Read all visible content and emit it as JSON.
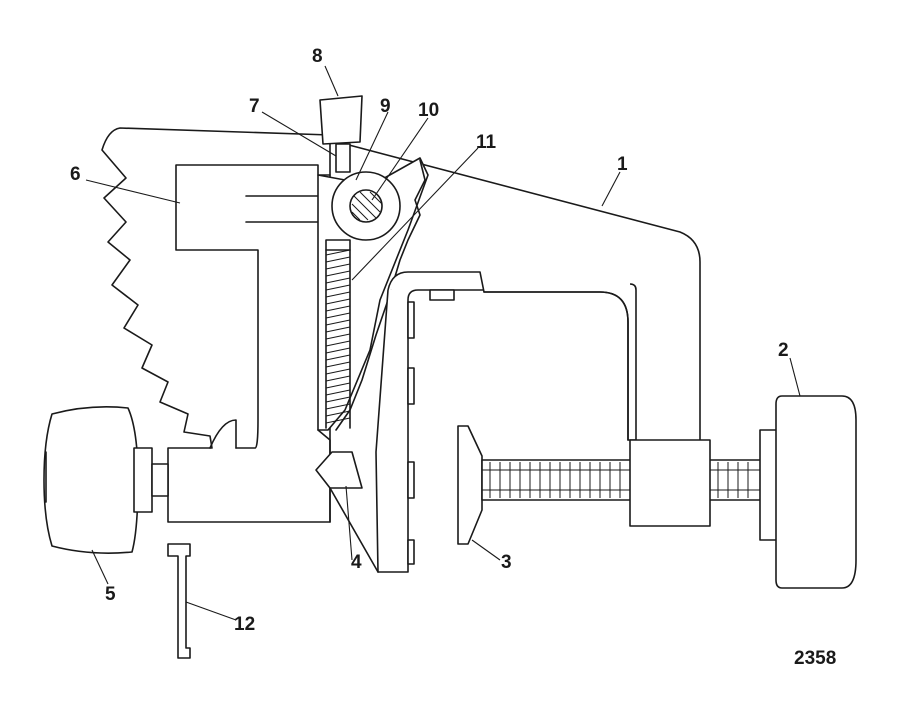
{
  "figure": {
    "number": "2358",
    "callouts": [
      {
        "id": "1",
        "label": "1"
      },
      {
        "id": "2",
        "label": "2"
      },
      {
        "id": "3",
        "label": "3"
      },
      {
        "id": "4",
        "label": "4"
      },
      {
        "id": "5",
        "label": "5"
      },
      {
        "id": "6",
        "label": "6"
      },
      {
        "id": "7",
        "label": "7"
      },
      {
        "id": "8",
        "label": "8"
      },
      {
        "id": "9",
        "label": "9"
      },
      {
        "id": "10",
        "label": "10"
      },
      {
        "id": "11",
        "label": "11"
      },
      {
        "id": "12",
        "label": "12"
      }
    ]
  }
}
